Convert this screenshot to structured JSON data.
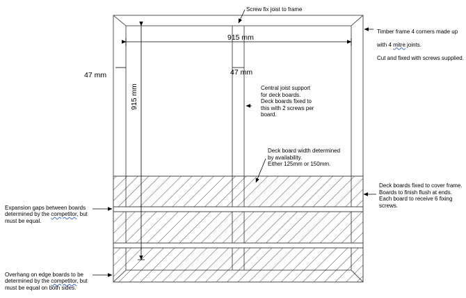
{
  "dimensions": {
    "width": "915 mm",
    "height": "915 mm",
    "frame_thickness": "47 mm",
    "joist_thickness": "47 mm"
  },
  "notes": {
    "screw_fix": "Screw fix joist to frame",
    "timber_frame_1": "Timber frame 4 corners made up",
    "timber_frame_2_pre": "with 4 ",
    "timber_frame_2_word": "mitre",
    "timber_frame_2_post": " joints.",
    "timber_frame_3": "Cut and fixed with screws supplied.",
    "central_joist": "Central joist support\nfor deck boards.\nDeck boards fixed to\nthis with 2 screws per\nboard.",
    "deck_width": "Deck board width determined\nby availability.\nEither 125mm or 150mm.",
    "deck_fixed": "Deck boards fixed to cover frame.\nBoards to finish flush at ends.\nEach board to receive 6 fixing\nscrews.",
    "expansion_1_pre": "Expansion gaps between boards\ndetermined by the ",
    "expansion_1_word": "competitor",
    "expansion_1_post": ", but",
    "expansion_2": "must be equal.",
    "overhang_1_pre": "Overhang on edge boards to be\ndetermined by the ",
    "overhang_1_word": "competitor",
    "overhang_1_post": ", but",
    "overhang_2": "must be equal on both sides."
  }
}
